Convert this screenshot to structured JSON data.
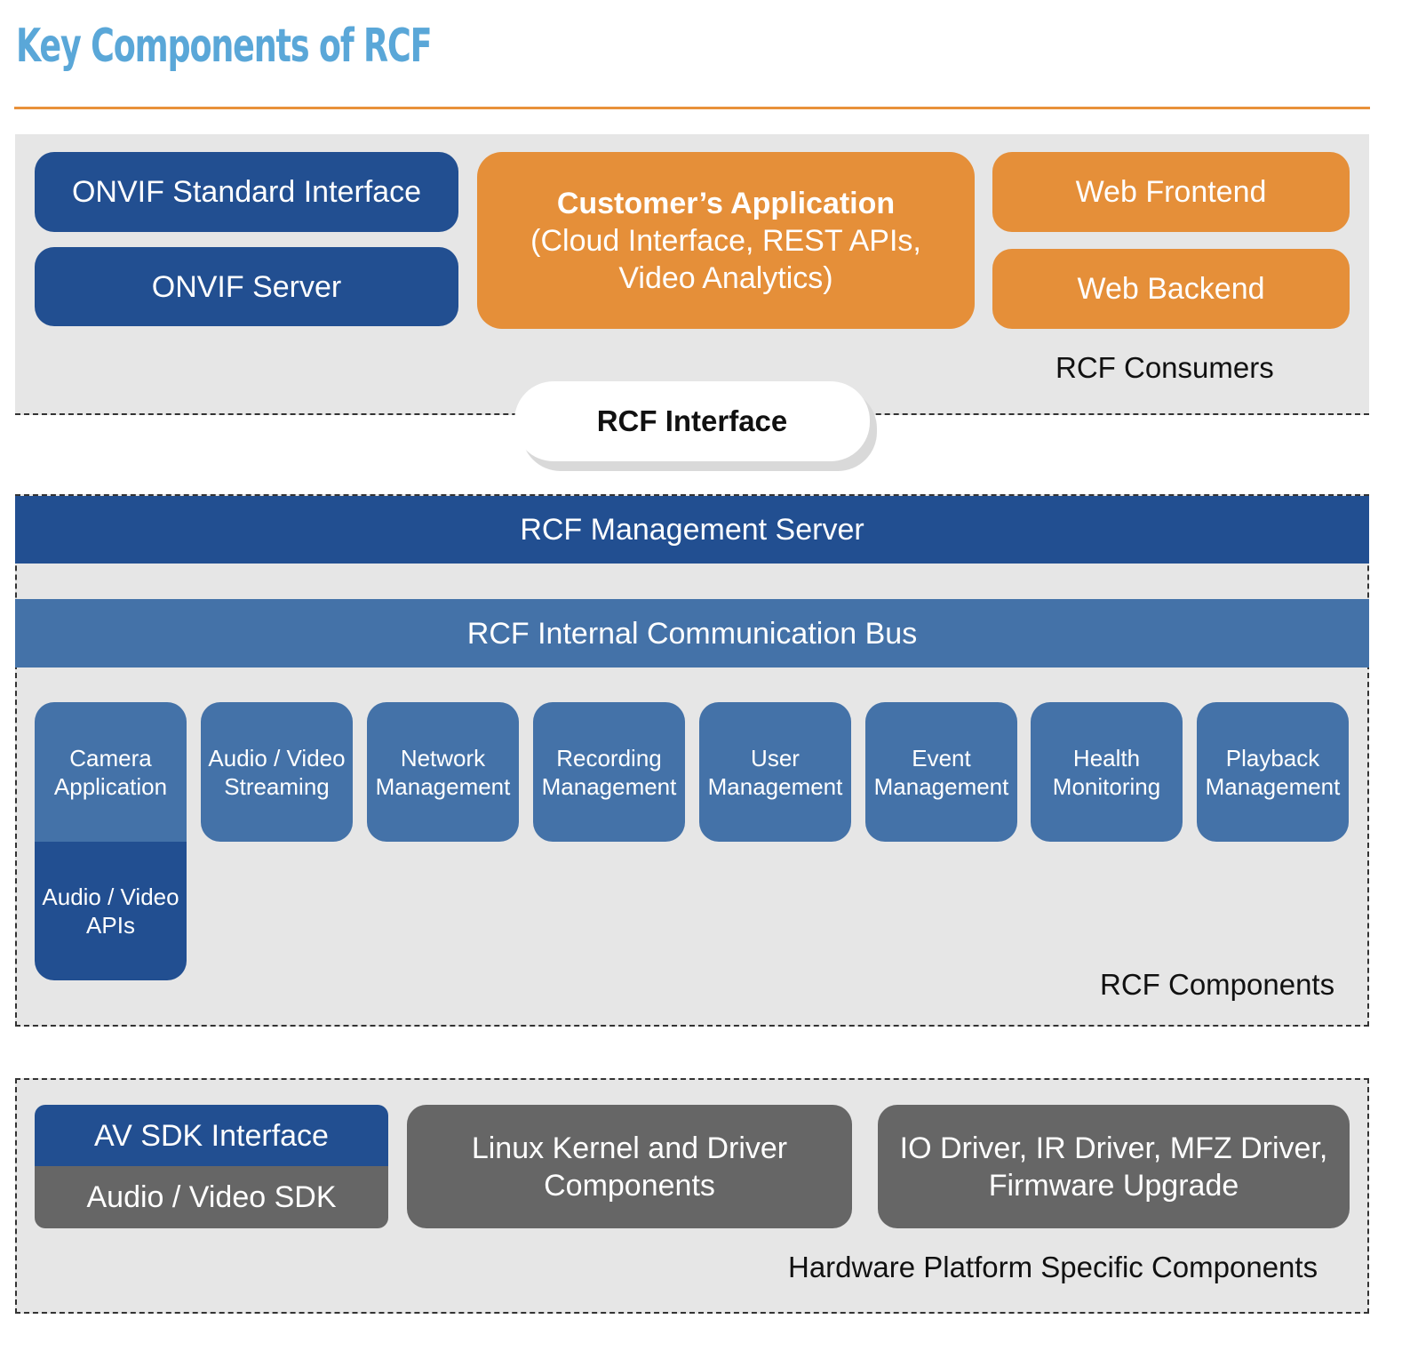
{
  "title": "Key Components of RCF",
  "consumers": {
    "onvif_standard_interface": "ONVIF Standard Interface",
    "onvif_server": "ONVIF Server",
    "customer_app_title": "Customer’s Application",
    "customer_app_line1": "(Cloud Interface, REST APIs,",
    "customer_app_line2": "Video Analytics)",
    "web_frontend": "Web Frontend",
    "web_backend": "Web Backend",
    "label": "RCF Consumers"
  },
  "interface": {
    "label": "RCF Interface"
  },
  "components": {
    "management_server": "RCF Management Server",
    "internal_bus": "RCF Internal Communication Bus",
    "modules": [
      {
        "line1": "Camera",
        "line2": "Application"
      },
      {
        "line1": "Audio / Video",
        "line2": "Streaming"
      },
      {
        "line1": "Network",
        "line2": "Management"
      },
      {
        "line1": "Recording",
        "line2": "Management"
      },
      {
        "line1": "User",
        "line2": "Management"
      },
      {
        "line1": "Event",
        "line2": "Management"
      },
      {
        "line1": "Health",
        "line2": "Monitoring"
      },
      {
        "line1": "Playback",
        "line2": "Management"
      }
    ],
    "av_apis_line1": "Audio / Video",
    "av_apis_line2": "APIs",
    "label": "RCF Components"
  },
  "hardware": {
    "av_sdk_interface": "AV SDK Interface",
    "av_sdk": "Audio / Video SDK",
    "linux_line1": "Linux Kernel and Driver",
    "linux_line2": "Components",
    "drivers_line1": "IO Driver, IR Driver, MFZ Driver,",
    "drivers_line2": "Firmware Upgrade",
    "label": "Hardware Platform Specific Components"
  },
  "colors": {
    "title": "#5aa7d8",
    "rule": "#e8913a",
    "navy": "#224f91",
    "mid_blue": "#4472a8",
    "orange": "#e58f39",
    "gray": "#666666",
    "panel": "#e6e6e6"
  }
}
